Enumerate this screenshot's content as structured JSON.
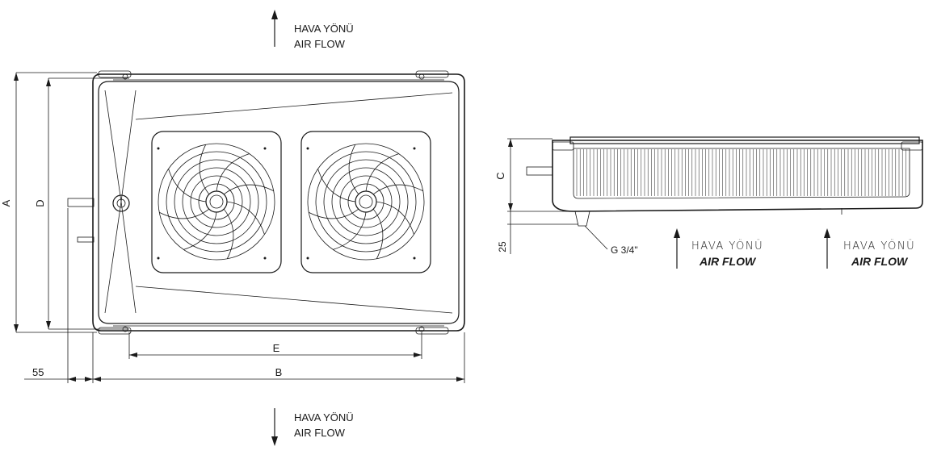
{
  "top_view": {
    "airflow_top": {
      "label_tr": "HAVA YÖNÜ",
      "label_en": "AIR FLOW"
    },
    "airflow_bottom": {
      "label_tr": "HAVA YÖNÜ",
      "label_en": "AIR FLOW"
    },
    "dimensions": {
      "a": "A",
      "d": "D",
      "e": "E",
      "b": "B",
      "offset": "55"
    },
    "fan_count": 2
  },
  "side_view": {
    "dimensions": {
      "c": "C",
      "drain_height": "25"
    },
    "drain_label": "G 3/4\"",
    "airflow_left": {
      "label_tr": "HAVA YÖNÜ",
      "label_en": "AIR FLOW"
    },
    "airflow_right": {
      "label_tr": "HAVA YÖNÜ",
      "label_en": "AIR FLOW"
    }
  }
}
